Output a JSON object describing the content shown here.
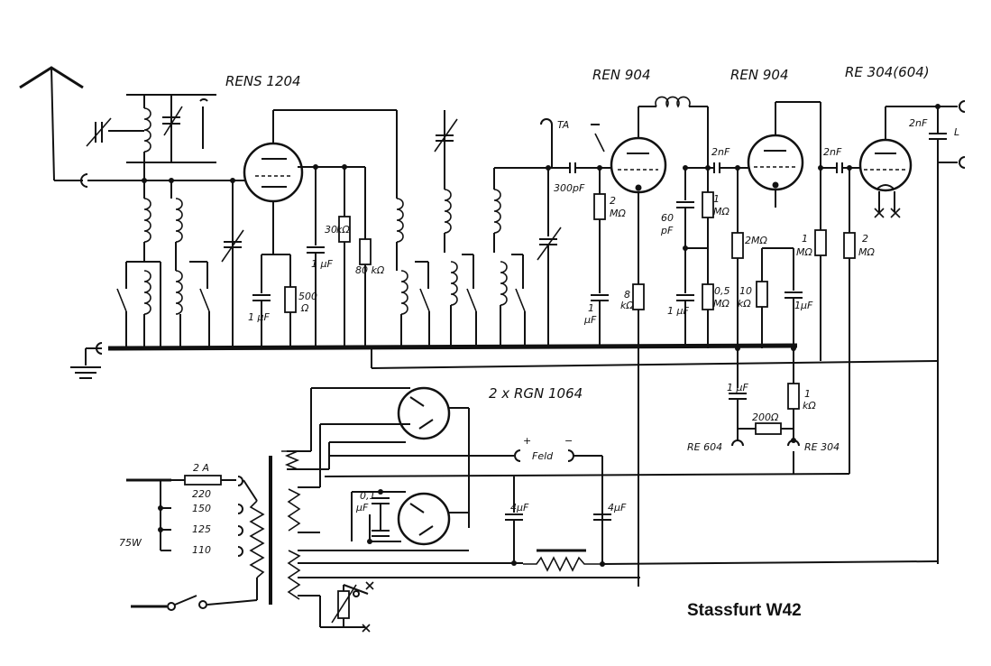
{
  "tubes": {
    "rf": "RENS 1204",
    "det": "REN 904",
    "af": "REN 904",
    "out": "RE 304(604)",
    "rect": "2 x RGN 1064"
  },
  "values": {
    "c_2nf_1": "2nF",
    "c_2nf_2": "2nF",
    "c_2nf_3": "2nF",
    "c_300pf": "300pF",
    "c_60pf_a": "60",
    "c_60pf_b": "pF",
    "r_2m_a": "2",
    "r_2m_b": "MΩ",
    "r_1m_a": "1",
    "r_1m_b": "MΩ",
    "r_30k_a": "30",
    "r_30k_b": "kΩ",
    "r_80k": "80 kΩ",
    "c_1uf_rf": "1 μF",
    "c_1uf_cath": "1 μF",
    "r_500_a": "500",
    "r_500_b": "Ω",
    "r_8k_a": "8",
    "r_8k_b": "kΩ",
    "c_1uf_det_a": "1",
    "c_1uf_det_b": "μF",
    "c_1uf_af": "1 μF",
    "r_05m_a": "0,5",
    "r_05m_b": "MΩ",
    "r_2m_af": "2MΩ",
    "r_10k_a": "10",
    "r_10k_b": "kΩ",
    "c_1uf_af2": "1μF",
    "r_1m_out_a": "1",
    "r_1m_out_b": "MΩ",
    "r_2m_out_a": "2",
    "r_2m_out_b": "MΩ",
    "c_1uf_bot": "1 μF",
    "r_1k_a": "1",
    "r_1k_b": "kΩ",
    "r_200": "200Ω",
    "c_01uf_a": "0,1",
    "c_01uf_b": "μF",
    "c_4uf_1": "4μF",
    "c_4uf_2": "4μF",
    "fuse": "2 A",
    "power": "75W"
  },
  "labels": {
    "ta": "TA",
    "feld": "Feld",
    "plus": "+",
    "minus": "−",
    "re604": "RE 604",
    "re304": "RE 304",
    "l": "L",
    "v220": "220",
    "v150": "150",
    "v125": "125",
    "v110": "110"
  },
  "title": "Stassfurt W42",
  "colors": {
    "ink": "#111111",
    "paper": "#ffffff"
  }
}
